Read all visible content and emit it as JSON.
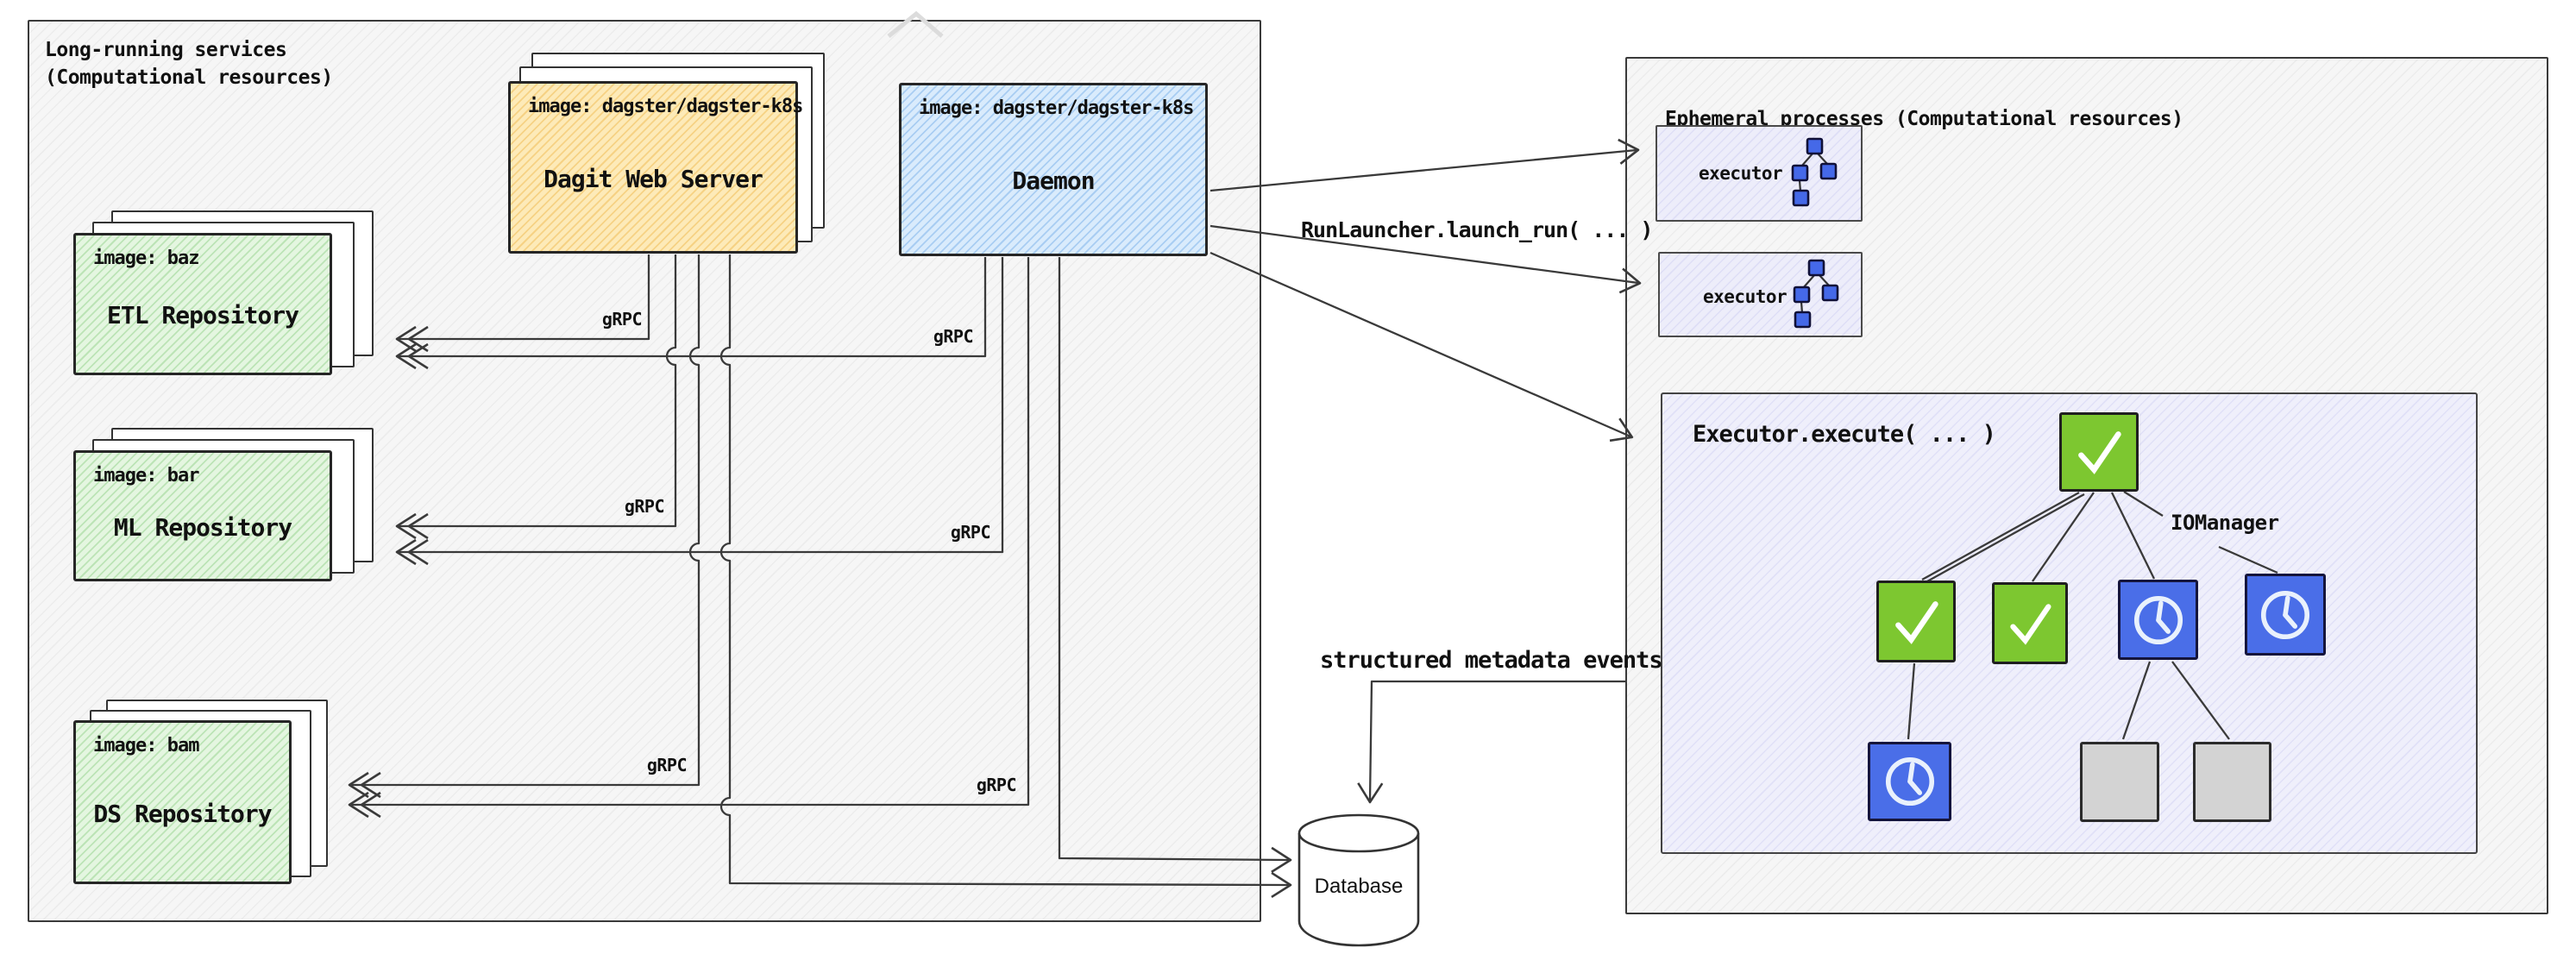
{
  "left_panel": {
    "title_lines": [
      "Long-running services",
      "(Computational resources)"
    ],
    "dagit": {
      "image_label": "image: dagster/dagster-k8s",
      "name": "Dagit Web Server"
    },
    "daemon": {
      "image_label": "image: dagster/dagster-k8s",
      "name": "Daemon"
    },
    "repositories": [
      {
        "image_label": "image: baz",
        "name": "ETL Repository"
      },
      {
        "image_label": "image: bar",
        "name": "ML Repository"
      },
      {
        "image_label": "image: bam",
        "name": "DS Repository"
      }
    ],
    "grpc_labels": [
      "gRPC",
      "gRPC",
      "gRPC",
      "gRPC",
      "gRPC",
      "gRPC"
    ]
  },
  "right_panel": {
    "title": "Ephemeral processes (Computational resources)",
    "executors": [
      {
        "label": "executor"
      },
      {
        "label": "executor"
      }
    ],
    "execute_box": {
      "title": "Executor.execute( ... )",
      "iomanager_label": "IOManager",
      "tree_nodes": [
        {
          "id": "root",
          "icon": "check-icon",
          "status_color": "#7dc730"
        },
        {
          "id": "child-1",
          "icon": "check-icon",
          "status_color": "#7dc730"
        },
        {
          "id": "child-2",
          "icon": "check-icon",
          "status_color": "#7dc730"
        },
        {
          "id": "child-3",
          "icon": "clock-icon",
          "status_color": "#4a6ee8"
        },
        {
          "id": "child-4",
          "icon": "clock-icon",
          "status_color": "#4a6ee8"
        },
        {
          "id": "grandchild-1",
          "icon": "clock-icon",
          "status_color": "#4a6ee8"
        },
        {
          "id": "grandchild-2",
          "icon": "none",
          "status_color": "#d3d3d3"
        },
        {
          "id": "grandchild-3",
          "icon": "none",
          "status_color": "#d3d3d3"
        }
      ]
    }
  },
  "floating_labels": {
    "run_launcher": "RunLauncher.launch_run( ... )",
    "metadata_events": "structured metadata events"
  },
  "database": {
    "label": "Database"
  },
  "colors": {
    "dagit_fill": "#fdeab8",
    "daemon_fill": "#d9ebfc",
    "repository_fill": "#e4f6e0",
    "executor_fill": "#ededfa",
    "success_green": "#7dc730",
    "pending_blue": "#4a6ee8",
    "idle_gray": "#d3d3d3",
    "line": "#3a3a3a"
  }
}
